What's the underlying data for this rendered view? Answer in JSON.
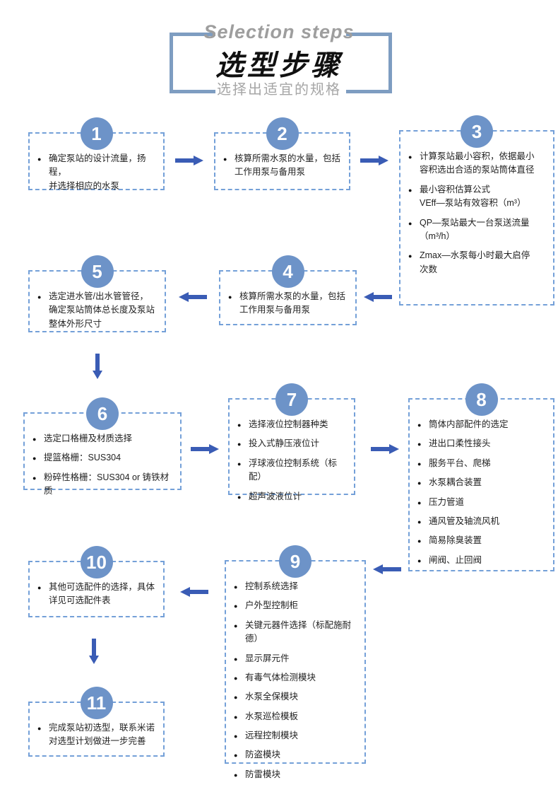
{
  "header": {
    "title_en": "Selection steps",
    "title_zh": "选型步骤",
    "subtitle": "选择出适宜的规格"
  },
  "colors": {
    "circle_blue": "#6d93c8",
    "dashed_border_blue": "#74a0d8",
    "arrow_blue": "#3a5cb5",
    "bracket_blue": "#7e9dc1"
  },
  "steps": [
    {
      "number": "1",
      "bullets": [
        "确定泵站的设计流量，扬程，\n并选择相应的水泵"
      ]
    },
    {
      "number": "2",
      "bullets": [
        "核算所需水泵的水量，包括\n工作用泵与备用泵"
      ]
    },
    {
      "number": "3",
      "bullets": [
        "计算泵站最小容积，依据最小\n容积选出合适的泵站筒体直径",
        "最小容积估算公式\nVEff—泵站有效容积（m³）",
        "QP—泵站最大一台泵送流量\n（m³/h）",
        "Zmax—水泵每小时最大启停\n次数"
      ]
    },
    {
      "number": "4",
      "bullets": [
        "核算所需水泵的水量，包括\n工作用泵与备用泵"
      ]
    },
    {
      "number": "5",
      "bullets": [
        "选定进水管/出水管管径，\n确定泵站筒体总长度及泵站\n整体外形尺寸"
      ]
    },
    {
      "number": "6",
      "bullets": [
        "选定口格栅及材质选择",
        "提篮格栅：SUS304",
        "粉碎性格栅：SUS304 or 铸铁材质"
      ]
    },
    {
      "number": "7",
      "bullets": [
        "选择液位控制器种类",
        "投入式静压液位计",
        "浮球液位控制系统（标配）",
        "超声波液位计"
      ]
    },
    {
      "number": "8",
      "bullets": [
        "筒体内部配件的选定",
        "进出口柔性接头",
        "服务平台、爬梯",
        "水泵耦合装置",
        "压力管道",
        "通风管及轴流风机",
        "简易除臭装置",
        "闸阀、止回阀"
      ]
    },
    {
      "number": "9",
      "bullets": [
        "控制系统选择",
        "户外型控制柜",
        "关键元器件选择（标配施耐德）",
        "显示屏元件",
        "有毒气体检测模块",
        "水泵全保模块",
        "水泵巡检模板",
        "远程控制模块",
        "防盗模块",
        "防雷模块"
      ]
    },
    {
      "number": "10",
      "bullets": [
        "其他可选配件的选择，具体\n详见可选配件表"
      ]
    },
    {
      "number": "11",
      "bullets": [
        "完成泵站初选型，联系米诺\n对选型计划做进一步完善"
      ]
    }
  ]
}
